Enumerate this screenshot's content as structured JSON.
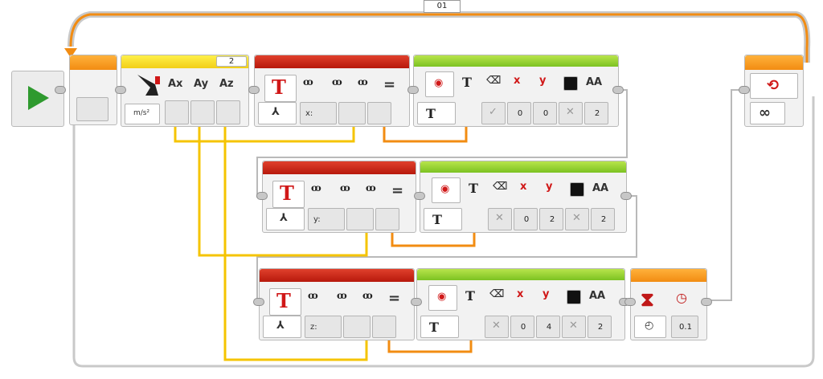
{
  "loop": {
    "counter": "01",
    "mode": "∞"
  },
  "sensor": {
    "value": "2",
    "axes": [
      "Ax",
      "Ay",
      "Az"
    ],
    "unit": "m/s²"
  },
  "rows": [
    {
      "label": "x:",
      "display": [
        "0",
        "0",
        "2"
      ]
    },
    {
      "label": "y:",
      "display": [
        "0",
        "2",
        "2"
      ]
    },
    {
      "label": "z:",
      "display": [
        "0",
        "4",
        "2"
      ]
    }
  ],
  "wait": {
    "seconds": "0.1"
  },
  "colors": {
    "wire_orange": "#f28c12",
    "wire_yellow": "#f5c400",
    "header_red": "#c0220f",
    "header_green": "#8ccf2c",
    "loop": "#f28c12"
  }
}
